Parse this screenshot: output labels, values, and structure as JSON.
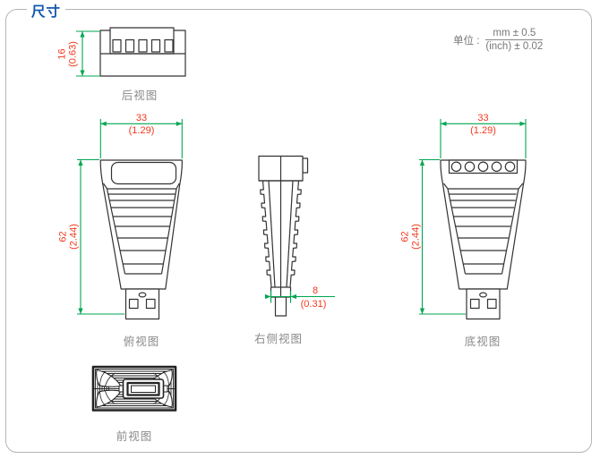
{
  "title": "尺寸",
  "unit_note": {
    "prefix": "单位 :",
    "metric": "mm ± 0.5",
    "imperial": "(inch) ± 0.02"
  },
  "views": {
    "rear": {
      "label": "后视图",
      "height_dim": {
        "mm": "16",
        "inch": "(0.63)"
      }
    },
    "top": {
      "label": "俯视图",
      "width_dim": {
        "mm": "33",
        "inch": "(1.29)"
      },
      "height_dim": {
        "mm": "62",
        "inch": "(2.44)"
      }
    },
    "right_side": {
      "label": "右侧视图",
      "width_dim": {
        "mm": "8",
        "inch": "(0.31)"
      }
    },
    "bottom": {
      "label": "底视图",
      "width_dim": {
        "mm": "33",
        "inch": "(1.29)"
      },
      "height_dim": {
        "mm": "62",
        "inch": "(2.44)"
      }
    },
    "front": {
      "label": "前视图"
    }
  },
  "colors": {
    "outline": "#333333",
    "dimension_line": "#00a651",
    "dimension_text": "#f23a1e",
    "title_text": "#1457ad",
    "label_text": "#8a8a8a",
    "frame_border": "#b5b5b5",
    "unit_text": "#777777"
  }
}
